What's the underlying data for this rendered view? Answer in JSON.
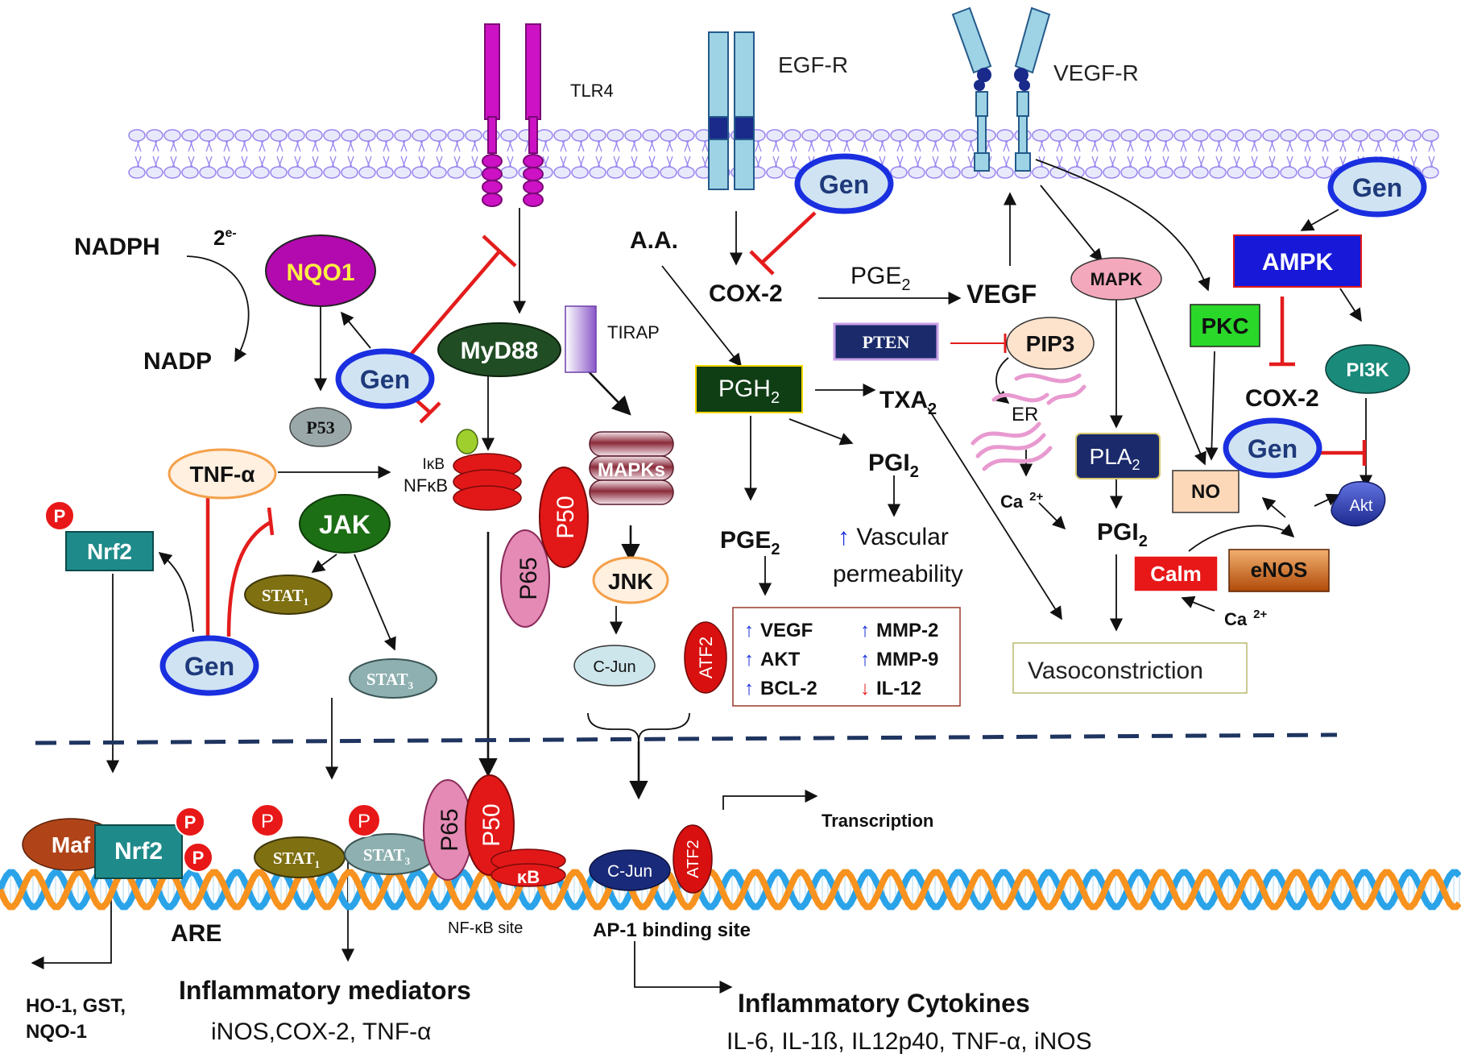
{
  "receptors": {
    "tlr4": "TLR4",
    "egfr": "EGF-R",
    "vegfr": "VEGF-R"
  },
  "gen_label": "Gen",
  "left": {
    "nadph": "NADPH",
    "nadp": "NADP",
    "two_e": "2",
    "two_e_sup": "e-",
    "nqo1": "NQO1",
    "p53": "P53",
    "tnfa": "TNF-α",
    "nrf2": "Nrf2",
    "p": "P",
    "jak": "JAK",
    "stat": "STAT",
    "stat1_sub": "1",
    "stat3_sub": "3"
  },
  "center": {
    "myd88": "MyD88",
    "tirap": "TIRAP",
    "ikb": "IκB",
    "nfkb": "NFκB",
    "p65": "P65",
    "p50": "P50",
    "mapks": "MAPKs",
    "jnk": "JNK",
    "cjun": "C-Jun",
    "atf2": "ATF2"
  },
  "cox": {
    "aa": "A.A.",
    "cox2": "COX-2",
    "pge": "PGE",
    "pge_sub": "2",
    "vegf": "VEGF",
    "pgh": "PGH",
    "pgh_sub": "2",
    "txa": "TXA",
    "txa_sub": "2",
    "pgi": "PGI",
    "pgi_sub": "2",
    "vascular_line1": "Vascular",
    "vascular_line2": "permeability",
    "box_items": [
      "VEGF",
      "MMP-2",
      "AKT",
      "MMP-9",
      "BCL-2",
      "IL-12"
    ],
    "box_dirs": [
      "up",
      "up",
      "up",
      "up",
      "up",
      "down"
    ]
  },
  "right": {
    "pten": "PTEN",
    "pip3": "PIP3",
    "er": "ER",
    "ca": "Ca",
    "ca_sup": "2+",
    "mapk": "MAPK",
    "pla": "PLA",
    "pla_sub": "2",
    "pkc": "PKC",
    "ampk": "AMPK",
    "cox2": "COX-2",
    "pi3k": "PI3K",
    "no": "NO",
    "akt": "Akt",
    "calm": "Calm",
    "enos": "eNOS",
    "vasoconstriction": "Vasoconstriction"
  },
  "nucleus": {
    "maf": "Maf",
    "nrf2": "Nrf2",
    "p": "P",
    "stat": "STAT",
    "stat1_sub": "1",
    "stat3_sub": "3",
    "p65": "P65",
    "p50": "P50",
    "kb": "κB",
    "cjun": "C-Jun",
    "atf2": "ATF2",
    "transcription": "Transcription",
    "are": "ARE",
    "nfkb_site": "NF-κB site",
    "ap1_site": "AP-1 binding site",
    "ho1_line1": "HO-1, GST,",
    "ho1_line2": "NQO-1",
    "inflam_mediators_title": "Inflammatory mediators",
    "inflam_mediators_list": "iNOS,COX-2, TNF-α",
    "inflam_cytokines_title": "Inflammatory Cytokines",
    "inflam_cytokines_list": "IL-6, IL-1ß, IL12p40, TNF-α, iNOS"
  },
  "colors": {
    "inhibit": "#e41c1c",
    "gen_border": "#1a2fe0",
    "gen_fill": "#cfe3f3",
    "membrane": "#9b86ef",
    "dna_orange": "#f7921e",
    "dna_blue": "#2aa3e8"
  }
}
